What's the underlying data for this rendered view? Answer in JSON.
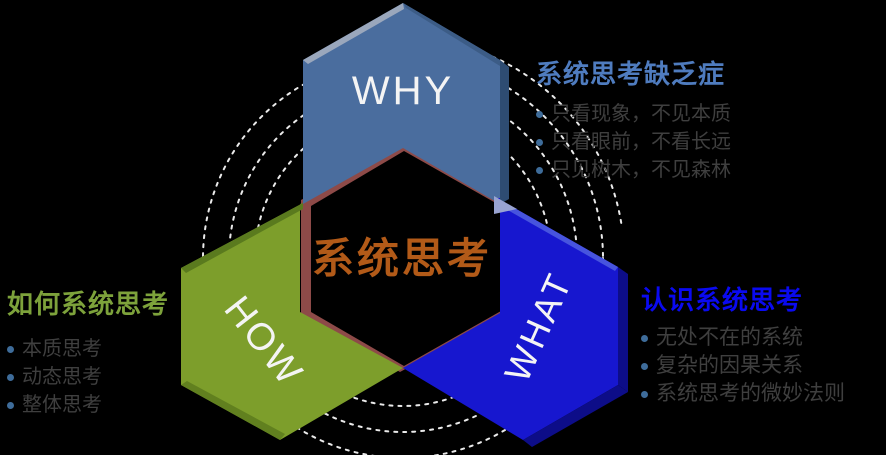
{
  "title": {
    "text": "系统思考",
    "color": "#b25a18"
  },
  "hexagons": {
    "why": {
      "label": "WHY",
      "color": "#4a6d9e"
    },
    "how": {
      "label": "HOW",
      "color": "#7d9e2b"
    },
    "what": {
      "label": "WHAT",
      "color": "#1717cf"
    }
  },
  "center_back_color": "#8d4a48",
  "blocks": {
    "why": {
      "heading": "系统思考缺乏症",
      "heading_color": "#4f7cbf",
      "items": [
        "只看现象，不见本质",
        "只看眼前，不看长远",
        "只见树木，不见森林"
      ]
    },
    "what": {
      "heading": "认识系统思考",
      "heading_color": "#0a0af0",
      "items": [
        "无处不在的系统",
        "复杂的因果关系",
        "系统思考的微妙法则"
      ]
    },
    "how": {
      "heading": "如何系统思考",
      "heading_color": "#7da23b",
      "items": [
        "本质思考",
        "动态思考",
        "整体思考"
      ]
    }
  },
  "styles": {
    "background": "#000000",
    "bullet_dot_color": "#3e6c9a",
    "item_text_color": "#3f3f3f",
    "circle_stroke": "#eaeaea"
  }
}
